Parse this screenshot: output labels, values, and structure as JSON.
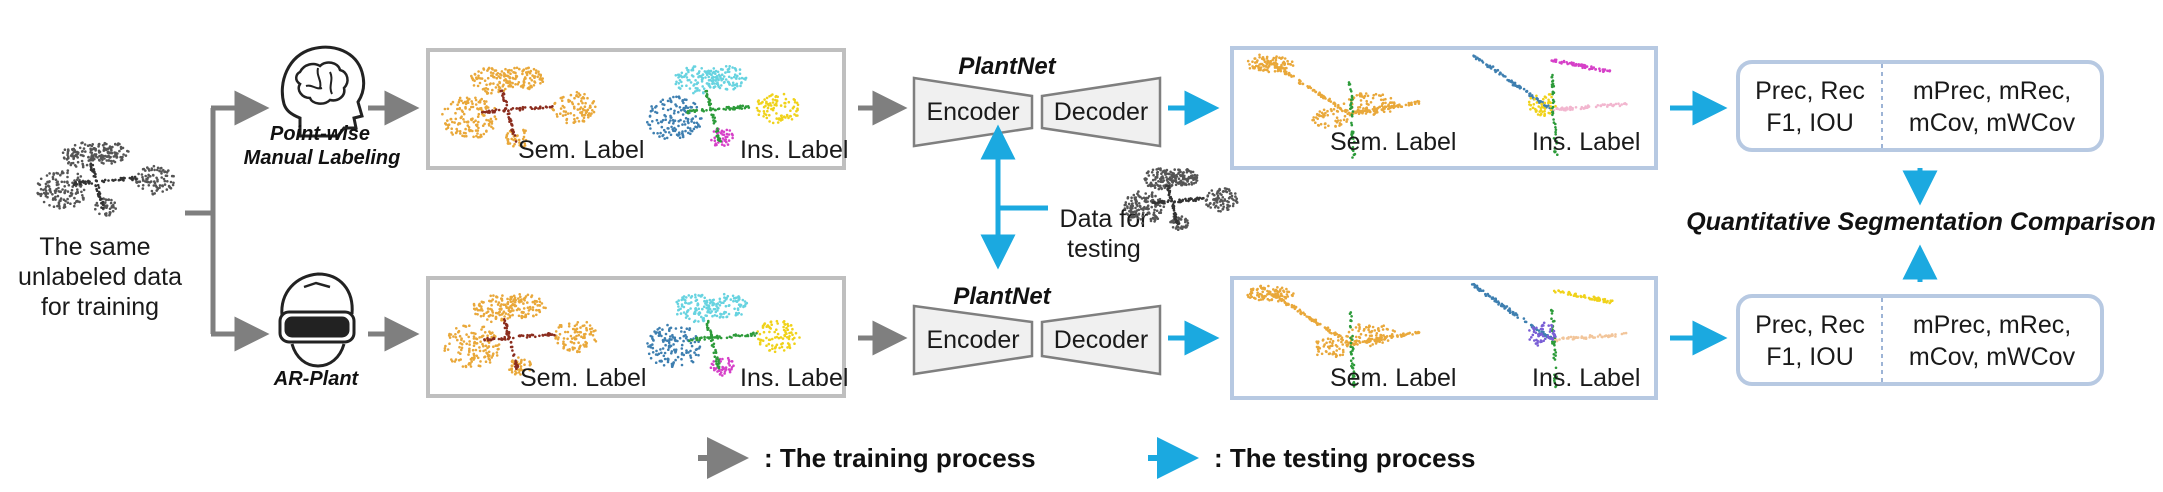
{
  "input": {
    "caption_line1": "The same",
    "caption_line2": "unlabeled data",
    "caption_line3": "for training"
  },
  "methods": {
    "manual": {
      "line1": "Point-wise",
      "line2": "Manual Labeling"
    },
    "ar": {
      "label": "AR-Plant"
    }
  },
  "network": {
    "title": "PlantNet",
    "encoder": "Encoder",
    "decoder": "Decoder"
  },
  "panels": {
    "sem_label": "Sem. Label",
    "ins_label": "Ins. Label"
  },
  "testing_data": {
    "line1": "Data for",
    "line2": "testing"
  },
  "metrics": {
    "left_line1": "Prec, Rec",
    "left_line2": "F1, IOU",
    "right_line1": "mPrec, mRec,",
    "right_line2": "mCov, mWCov"
  },
  "comparison": {
    "label": "Quantitative Segmentation Comparison"
  },
  "legend": {
    "training": ": The training process",
    "testing": ": The testing process"
  },
  "colors": {
    "training_arrow": "#7f7f7f",
    "testing_arrow": "#1ba9e0",
    "sem_orange": "#e9a83a",
    "ins_cyan": "#67d3e0",
    "ins_magenta": "#d640c8",
    "ins_yellow": "#f0d21a",
    "ins_blue": "#3e7fb0",
    "panel_gray": "#bfbfbf",
    "panel_blue": "#b7c9e2"
  }
}
